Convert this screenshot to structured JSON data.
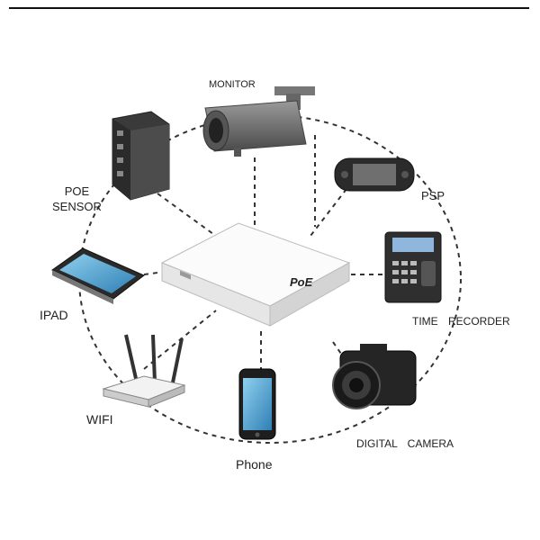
{
  "devices": {
    "monitor": {
      "label": "MONITOR",
      "icon": "cctv-camera-icon"
    },
    "poe_sensor": {
      "label_line1": "POE",
      "label_line2": "SENSOR",
      "icon": "network-switch-icon"
    },
    "psp": {
      "label": "PSP",
      "icon": "handheld-console-icon"
    },
    "ipad": {
      "label": "IPAD",
      "icon": "tablet-icon"
    },
    "time_recorder": {
      "label": "TIME  RECORDER",
      "icon": "time-clock-terminal-icon"
    },
    "wifi": {
      "label": "WIFI",
      "icon": "wifi-router-icon"
    },
    "digital_camera": {
      "label": "DIGITAL  CAMERA",
      "icon": "dslr-camera-icon"
    },
    "phone": {
      "label": "Phone",
      "icon": "smartphone-icon"
    }
  },
  "hub": {
    "brand_text": "PoE",
    "icon": "poe-hub-icon"
  },
  "colors": {
    "connector": "#333333",
    "text": "#222222",
    "device_dark": "#2b2b2b",
    "hub_body": "#f3f3f3"
  }
}
